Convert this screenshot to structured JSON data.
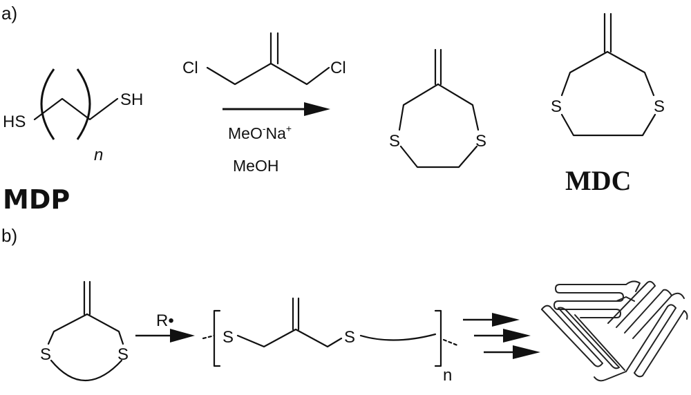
{
  "panel_a_label": "a)",
  "panel_b_label": "b)",
  "mdp": {
    "left_group": "HS",
    "right_group": "SH",
    "repeat": "n",
    "name": "MDP"
  },
  "reagent": {
    "cl_left": "Cl",
    "cl_right": "Cl",
    "base_prefix": "MeO",
    "base_minus": "-",
    "base_cation": "Na",
    "base_plus": "+",
    "solvent": "MeOH"
  },
  "ring7": {
    "s_left": "S",
    "s_right": "S"
  },
  "mdc": {
    "s_left": "S",
    "s_right": "S",
    "name": "MDC"
  },
  "panel_b": {
    "s_left": "S",
    "s_right": "S",
    "initiator": "R•",
    "polymer_s_left": "S",
    "polymer_s_right": "S",
    "polymer_repeat": "n"
  }
}
